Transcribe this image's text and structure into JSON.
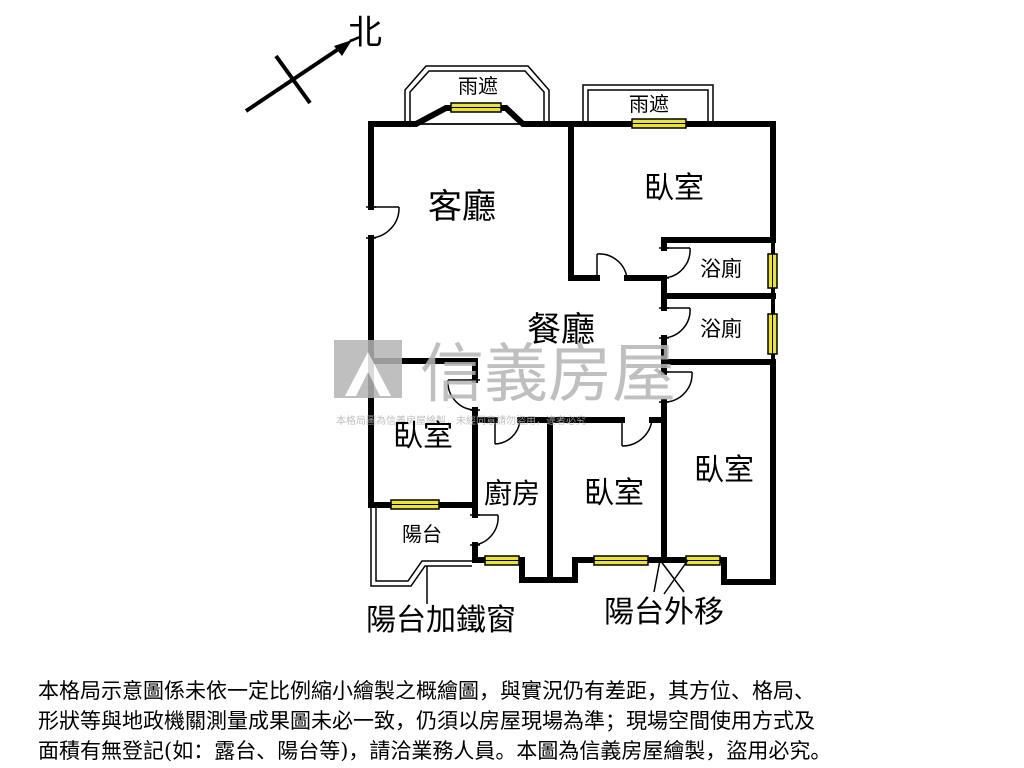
{
  "compass": {
    "label": "北"
  },
  "rooms": {
    "living": "客廳",
    "dining": "餐廳",
    "bedroom_ne": "臥室",
    "bath_upper": "浴廁",
    "bath_lower": "浴廁",
    "bedroom_w": "臥室",
    "kitchen": "廚房",
    "bedroom_s": "臥室",
    "bedroom_se": "臥室",
    "balcony": "陽台",
    "canopy_left": "雨遮",
    "canopy_right": "雨遮"
  },
  "annotations": {
    "balcony_iron_window": "陽台加鐵窗",
    "balcony_moved_out": "陽台外移"
  },
  "watermark": {
    "brand": "信義房屋",
    "small": "本格局圖為信義房屋繪製，未經同意請勿盜用，違者必究"
  },
  "disclaimer": {
    "line1": "本格局示意圖係未依一定比例縮小繪製之概繪圖，與實況仍有差距，其方位、格局、",
    "line2": "形狀等與地政機關測量成果圖未必一致，仍須以房屋現場為準；現場空間使用方式及",
    "line3": "面積有無登記(如：露台、陽台等)，請洽業務人員。本圖為信義房屋繪製，盜用必究。"
  },
  "colors": {
    "wall": "#000000",
    "window_fill": "#e8e23a",
    "watermark": "#b5b5b5"
  }
}
